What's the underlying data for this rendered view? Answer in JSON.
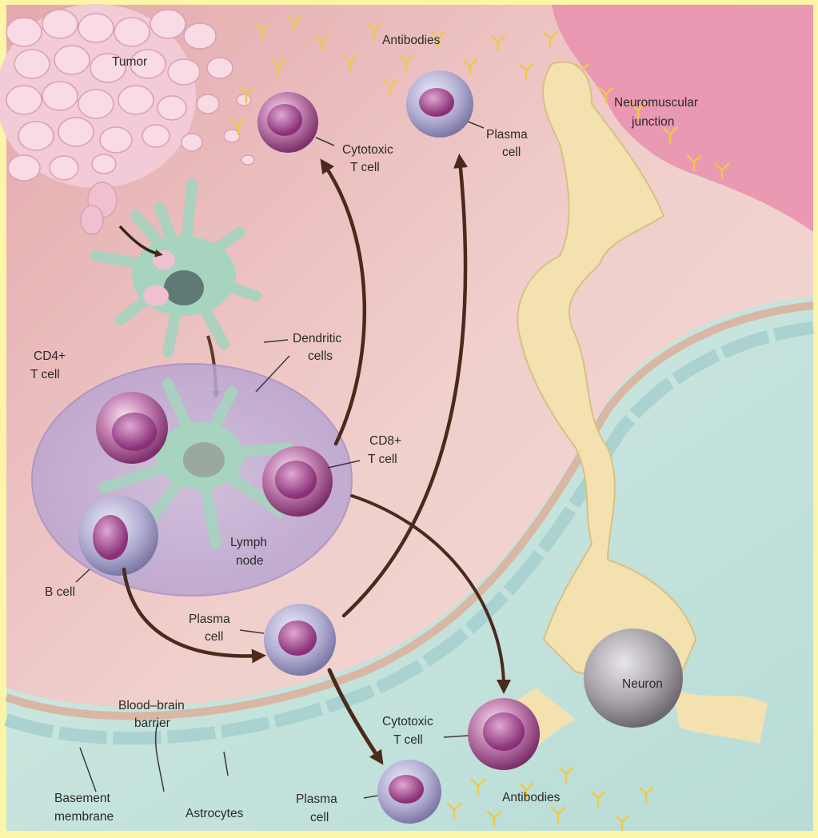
{
  "labels": {
    "tumor": "Tumor",
    "antibodies_top": "Antibodies",
    "neuromuscular_1": "Neuromuscular",
    "neuromuscular_2": "junction",
    "plasma_top_1": "Plasma",
    "plasma_top_2": "cell",
    "cytotoxic_top_1": "Cytotoxic",
    "cytotoxic_top_2": "T cell",
    "dendritic_1": "Dendritic",
    "dendritic_2": "cells",
    "cd4_1": "CD4+",
    "cd4_2": "T cell",
    "cd8_1": "CD8+",
    "cd8_2": "T cell",
    "lymph_1": "Lymph",
    "lymph_2": "node",
    "bcell": "B cell",
    "plasma_mid_1": "Plasma",
    "plasma_mid_2": "cell",
    "bbb_1": "Blood–brain",
    "bbb_2": "barrier",
    "neuron": "Neuron",
    "cytotoxic_bot_1": "Cytotoxic",
    "cytotoxic_bot_2": "T cell",
    "basement_1": "Basement",
    "basement_2": "membrane",
    "astrocytes": "Astrocytes",
    "plasma_bot_1": "Plasma",
    "plasma_bot_2": "cell",
    "antibodies_bottom": "Antibodies"
  },
  "colors": {
    "frame": "#fcf4a6",
    "background_pink": "#eec7c8",
    "brain_teal": "#c7e3de",
    "cell_magenta": "#b45a9a",
    "plasma_lavender": "#b7b3d6",
    "dendritic_green": "#a6d4bf",
    "neuron_yellow": "#f3e2b0",
    "antibody_yellow": "#efc84a",
    "arrow_brown": "#4a2a1c"
  }
}
